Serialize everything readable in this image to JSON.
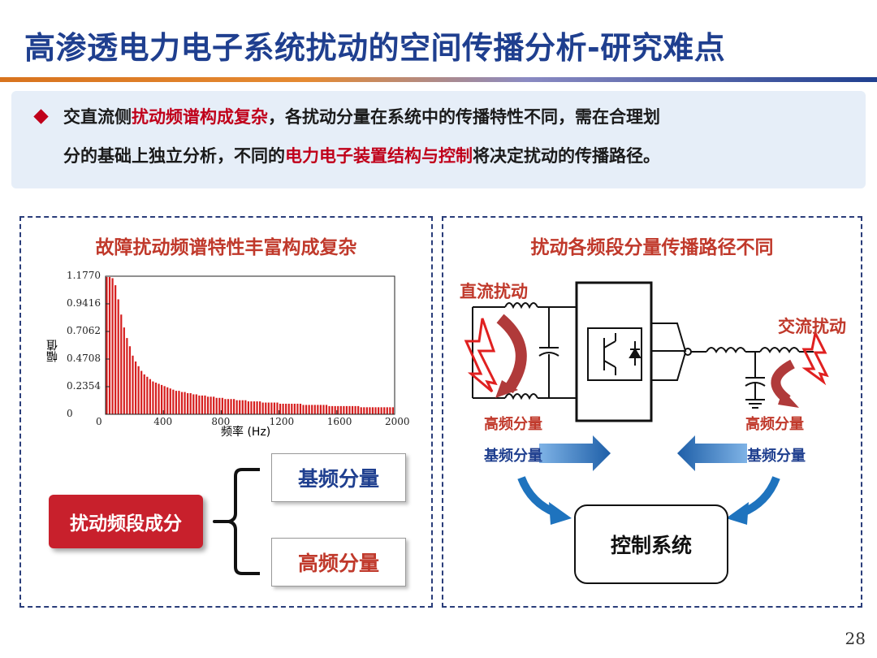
{
  "title": "高渗透电力电子系统扰动的空间传播分析-研究难点",
  "intro": {
    "line1_a": "交直流侧",
    "line1_hl": "扰动频谱构成复杂",
    "line1_b": "，各扰动分量在系统中的传播特性不同，需在合理划",
    "line2_a": "分的基础上独立分析，不同的",
    "line2_hl": "电力电子装置结构与控制",
    "line2_b": "将决定扰动的传播路径。"
  },
  "left_panel": {
    "title": "故障扰动频谱特性丰富构成复杂",
    "source_label": "扰动频段成分",
    "branch_top": "基频分量",
    "branch_bottom": "高频分量"
  },
  "right_panel": {
    "title": "扰动各频段分量传播路径不同",
    "dc_label": "直流扰动",
    "ac_label": "交流扰动",
    "hf_left": "高频分量",
    "hf_right": "高频分量",
    "fund_left": "基频分量",
    "fund_right": "基频分量",
    "control_label": "控制系统"
  },
  "chart_data": {
    "type": "bar",
    "xlabel": "频率 (Hz)",
    "ylabel": "幅值",
    "xlim": [
      0,
      2000
    ],
    "ylim": [
      0,
      1.177
    ],
    "xticks": [
      "0",
      "400",
      "800",
      "1200",
      "1600",
      "2000"
    ],
    "yticks": [
      "0",
      "0.2354",
      "0.4708",
      "0.7062",
      "0.9416",
      "1.1770"
    ],
    "grid": false,
    "x": [
      20,
      40,
      60,
      80,
      100,
      120,
      140,
      160,
      180,
      200,
      220,
      240,
      260,
      280,
      300,
      320,
      340,
      360,
      380,
      400,
      420,
      440,
      460,
      480,
      500,
      520,
      540,
      560,
      580,
      600,
      620,
      640,
      660,
      680,
      700,
      720,
      740,
      760,
      780,
      800,
      820,
      840,
      860,
      880,
      900,
      920,
      940,
      960,
      980,
      1000,
      1020,
      1040,
      1060,
      1080,
      1100,
      1120,
      1140,
      1160,
      1180,
      1200,
      1220,
      1240,
      1260,
      1280,
      1300,
      1320,
      1340,
      1360,
      1380,
      1400,
      1420,
      1440,
      1460,
      1480,
      1500,
      1520,
      1540,
      1560,
      1580,
      1600,
      1620,
      1640,
      1660,
      1680,
      1700,
      1720,
      1740,
      1760,
      1780,
      1800,
      1820,
      1840,
      1860,
      1880,
      1900,
      1920,
      1940,
      1960,
      1980,
      2000
    ],
    "values": [
      1.17,
      1.17,
      1.16,
      1.1,
      0.98,
      0.85,
      0.74,
      0.65,
      0.58,
      0.5,
      0.45,
      0.41,
      0.37,
      0.34,
      0.32,
      0.3,
      0.28,
      0.27,
      0.26,
      0.25,
      0.24,
      0.23,
      0.22,
      0.21,
      0.2,
      0.2,
      0.19,
      0.19,
      0.18,
      0.18,
      0.17,
      0.17,
      0.16,
      0.16,
      0.16,
      0.15,
      0.15,
      0.15,
      0.14,
      0.14,
      0.14,
      0.13,
      0.13,
      0.13,
      0.13,
      0.12,
      0.12,
      0.12,
      0.12,
      0.11,
      0.11,
      0.11,
      0.11,
      0.11,
      0.1,
      0.1,
      0.1,
      0.1,
      0.1,
      0.1,
      0.09,
      0.09,
      0.09,
      0.09,
      0.09,
      0.09,
      0.09,
      0.09,
      0.08,
      0.08,
      0.08,
      0.08,
      0.08,
      0.08,
      0.08,
      0.08,
      0.08,
      0.07,
      0.07,
      0.07,
      0.07,
      0.07,
      0.07,
      0.07,
      0.07,
      0.07,
      0.07,
      0.07,
      0.06,
      0.06,
      0.06,
      0.06,
      0.06,
      0.06,
      0.06,
      0.06,
      0.06,
      0.06,
      0.06,
      0.06
    ],
    "bar_color": "#d61e1e"
  },
  "colors": {
    "title": "#1f3f8f",
    "highlight": "#c0001a",
    "panel_border": "#2a3d7a",
    "arrow_blue": "#1e73be",
    "arrow_red": "#b03a3a",
    "bolt": "#e02020"
  }
}
